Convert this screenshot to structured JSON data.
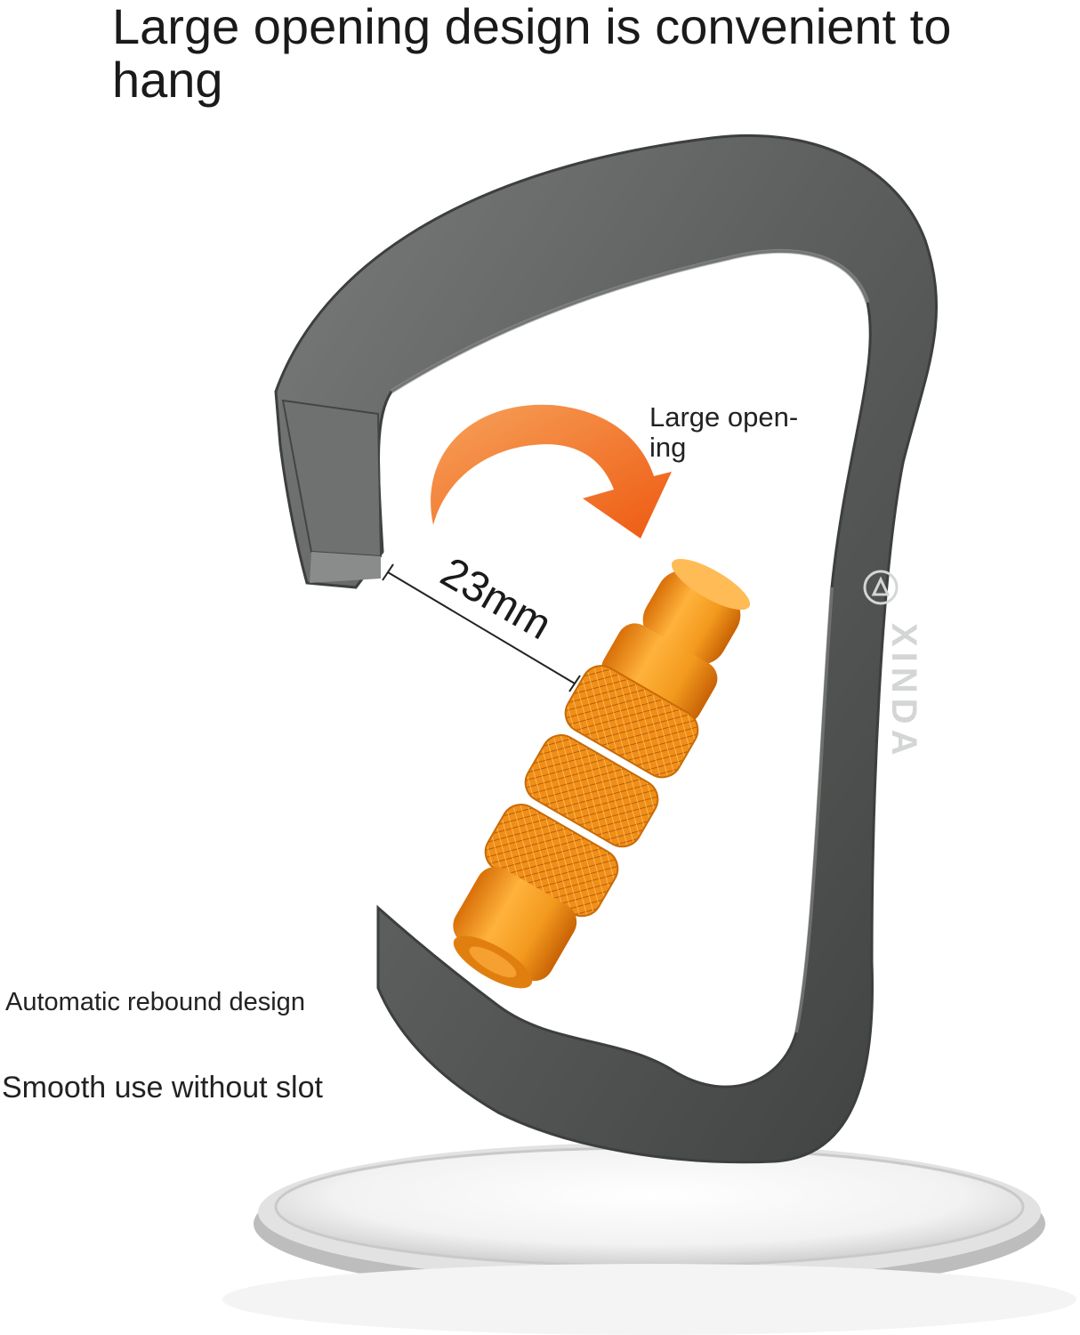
{
  "headline": "Large opening design is convenient to hang",
  "labels": {
    "large_opening": "Large open- ing",
    "dimension": "23mm",
    "automatic_rebound": "Automatic rebound design",
    "smooth_use": "Smooth use without slot"
  },
  "brand": "XINDA",
  "colors": {
    "body_metal": "#5f6160",
    "gate_orange": "#f39a1e",
    "arrow_orange": "#f0731c",
    "stand": "#d9d9d9"
  },
  "icons": [
    "carabiner-image",
    "curved-arrow-icon",
    "brand-logo-icon"
  ]
}
